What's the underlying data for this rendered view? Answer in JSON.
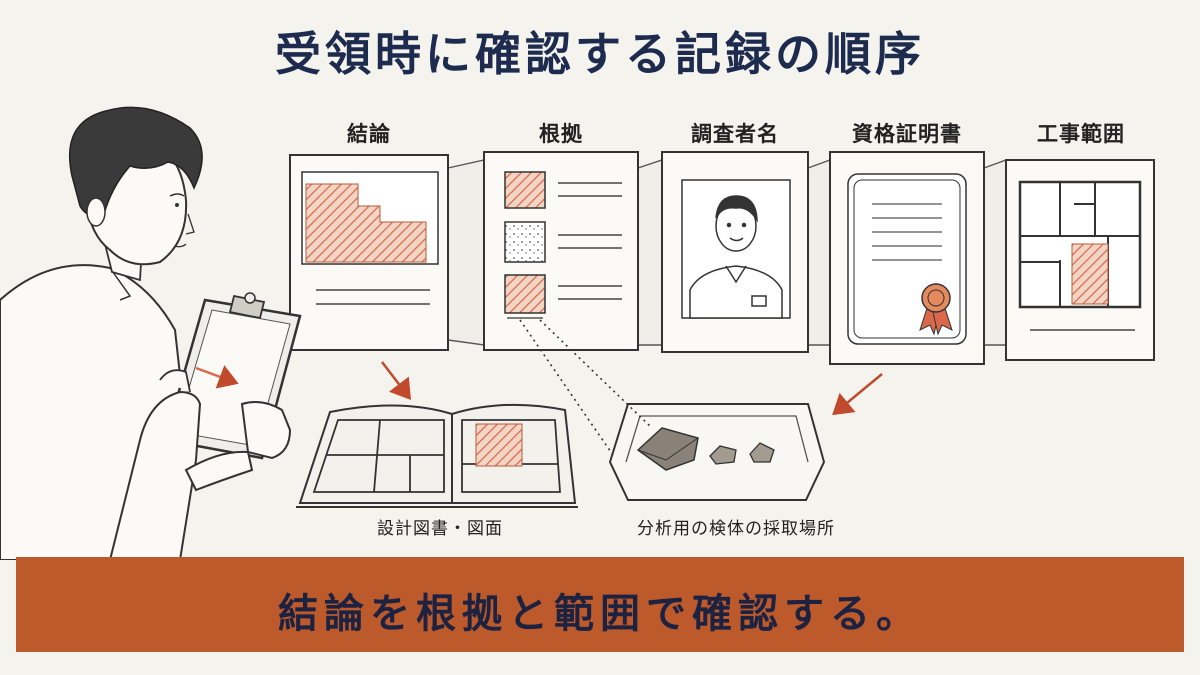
{
  "title": "受領時に確認する記録の順序",
  "documents": [
    {
      "label": "結論"
    },
    {
      "label": "根拠"
    },
    {
      "label": "調査者名"
    },
    {
      "label": "資格証明書"
    },
    {
      "label": "工事範囲"
    }
  ],
  "references": {
    "drawings": "設計図書・図面",
    "samples": "分析用の検体の採取場所"
  },
  "banner": "結論を根拠と範囲で確認する。",
  "colors": {
    "accent": "#bc5a2c",
    "hatch": "#d9694a",
    "ink": "#1d2b4f"
  }
}
